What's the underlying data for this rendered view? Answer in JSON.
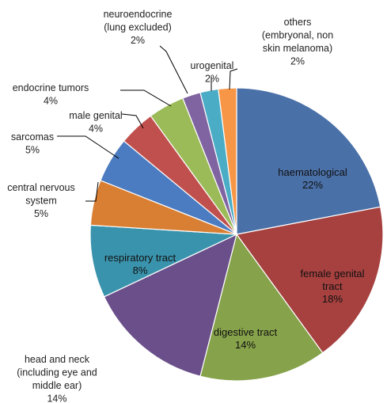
{
  "chart_data": {
    "type": "pie",
    "title": "",
    "slices": [
      {
        "lines": [
          "haematological",
          "22%"
        ],
        "value": 22,
        "color": "#4A70A8"
      },
      {
        "lines": [
          "female genital",
          "tract",
          "18%"
        ],
        "value": 18,
        "color": "#A6413F"
      },
      {
        "lines": [
          "digestive tract",
          "14%"
        ],
        "value": 14,
        "color": "#86A24A"
      },
      {
        "lines": [
          "head and neck",
          "(including eye and",
          "middle ear)",
          "14%"
        ],
        "value": 14,
        "color": "#6A4F8A"
      },
      {
        "lines": [
          "respiratory tract",
          "8%"
        ],
        "value": 8,
        "color": "#3A93AC"
      },
      {
        "lines": [
          "central nervous",
          "system",
          "5%"
        ],
        "value": 5,
        "color": "#D97F34"
      },
      {
        "lines": [
          "sarcomas",
          "5%"
        ],
        "value": 5,
        "color": "#4B7BC0"
      },
      {
        "lines": [
          "male genital",
          "4%"
        ],
        "value": 4,
        "color": "#C0504D"
      },
      {
        "lines": [
          "endocrine tumors",
          "4%"
        ],
        "value": 4,
        "color": "#9BBB59"
      },
      {
        "lines": [
          "neuroendocrine",
          "(lung excluded)",
          "2%"
        ],
        "value": 2,
        "color": "#8064A2"
      },
      {
        "lines": [
          "urogenital",
          "2%"
        ],
        "value": 2,
        "color": "#4BACC6"
      },
      {
        "lines": [
          "others",
          "(embryonal, non",
          "skin melanoma)",
          "2%"
        ],
        "value": 2,
        "color": "#F79646"
      }
    ]
  }
}
